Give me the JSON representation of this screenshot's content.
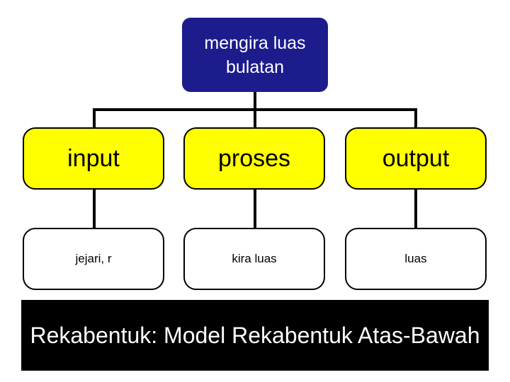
{
  "diagram": {
    "type": "top-down-model-tree",
    "root": {
      "label": "mengira luas bulatan",
      "color": "#1c1c8c",
      "text_color": "#ffffff"
    },
    "level1": [
      {
        "label": "input",
        "color": "#ffff00"
      },
      {
        "label": "proses",
        "color": "#ffff00"
      },
      {
        "label": "output",
        "color": "#ffff00"
      }
    ],
    "level2": [
      {
        "label": "jejari, r",
        "color": "#ffffff"
      },
      {
        "label": "kira luas",
        "color": "#ffffff"
      },
      {
        "label": "luas",
        "color": "#ffffff"
      }
    ],
    "caption": {
      "label": "Rekabentuk: Model Rekabentuk Atas-Bawah",
      "background": "#000000",
      "text_color": "#ffffff"
    },
    "line_color": "#000000"
  }
}
